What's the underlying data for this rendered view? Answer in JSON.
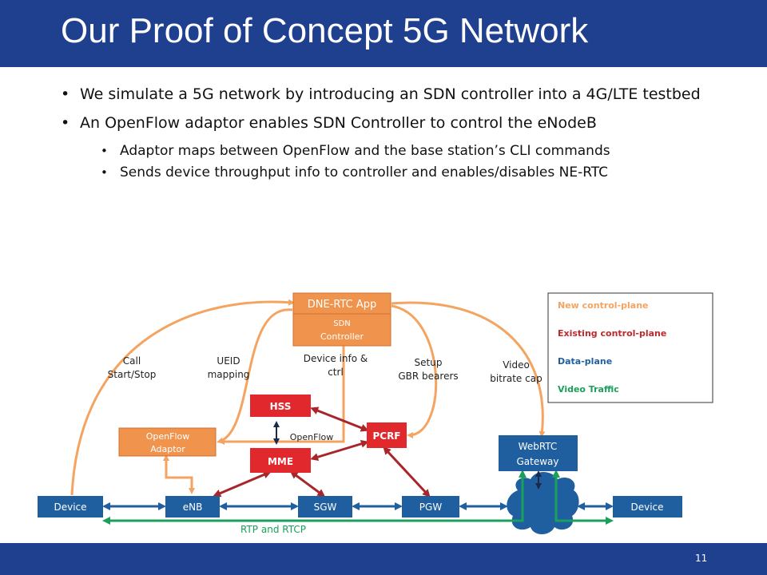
{
  "slide": {
    "title": "Our Proof of Concept 5G Network",
    "page_number": "11"
  },
  "bullets": [
    {
      "level": 1,
      "text": "We simulate a 5G network by introducing an SDN controller into a 4G/LTE testbed"
    },
    {
      "level": 1,
      "text": "An OpenFlow adaptor enables SDN Controller to control the eNodeB"
    },
    {
      "level": 2,
      "text": "Adaptor maps between OpenFlow and the base station’s CLI commands"
    },
    {
      "level": 2,
      "text": "Sends device throughput info to controller and enables/disables NE-RTC"
    }
  ],
  "diagram": {
    "nodes": {
      "dne_rtc_app": "DNE-RTC App",
      "sdn_controller_1": "SDN",
      "sdn_controller_2": "Controller",
      "hss": "HSS",
      "pcrf": "PCRF",
      "mme": "MME",
      "openflow_adaptor_1": "OpenFlow",
      "openflow_adaptor_2": "Adaptor",
      "webrtc_gateway_1": "WebRTC",
      "webrtc_gateway_2": "Gateway",
      "device_left": "Device",
      "enb": "eNB",
      "sgw": "SGW",
      "pgw": "PGW",
      "device_right": "Device"
    },
    "labels": {
      "call_1": "Call",
      "call_2": "Start/Stop",
      "ueid_1": "UEID",
      "ueid_2": "mapping",
      "devinfo_1": "Device info &",
      "devinfo_2": "ctrl",
      "setup_1": "Setup",
      "setup_2": "GBR bearers",
      "video_1": "Video",
      "video_2": "bitrate cap",
      "openflow": "OpenFlow",
      "rtp": "RTP and RTCP"
    },
    "legend": {
      "new_control": "New control-plane",
      "existing_control": "Existing control-plane",
      "data_plane": "Data-plane",
      "video_traffic": "Video Traffic"
    },
    "colors": {
      "new_control": "#f4a460",
      "existing_control": "#c0282d",
      "data_plane": "#1f5f9f",
      "video_traffic": "#1aa05a",
      "blue_box": "#1f5f9f",
      "red_box": "#e0282d",
      "orange_box": "#f0944d"
    }
  }
}
